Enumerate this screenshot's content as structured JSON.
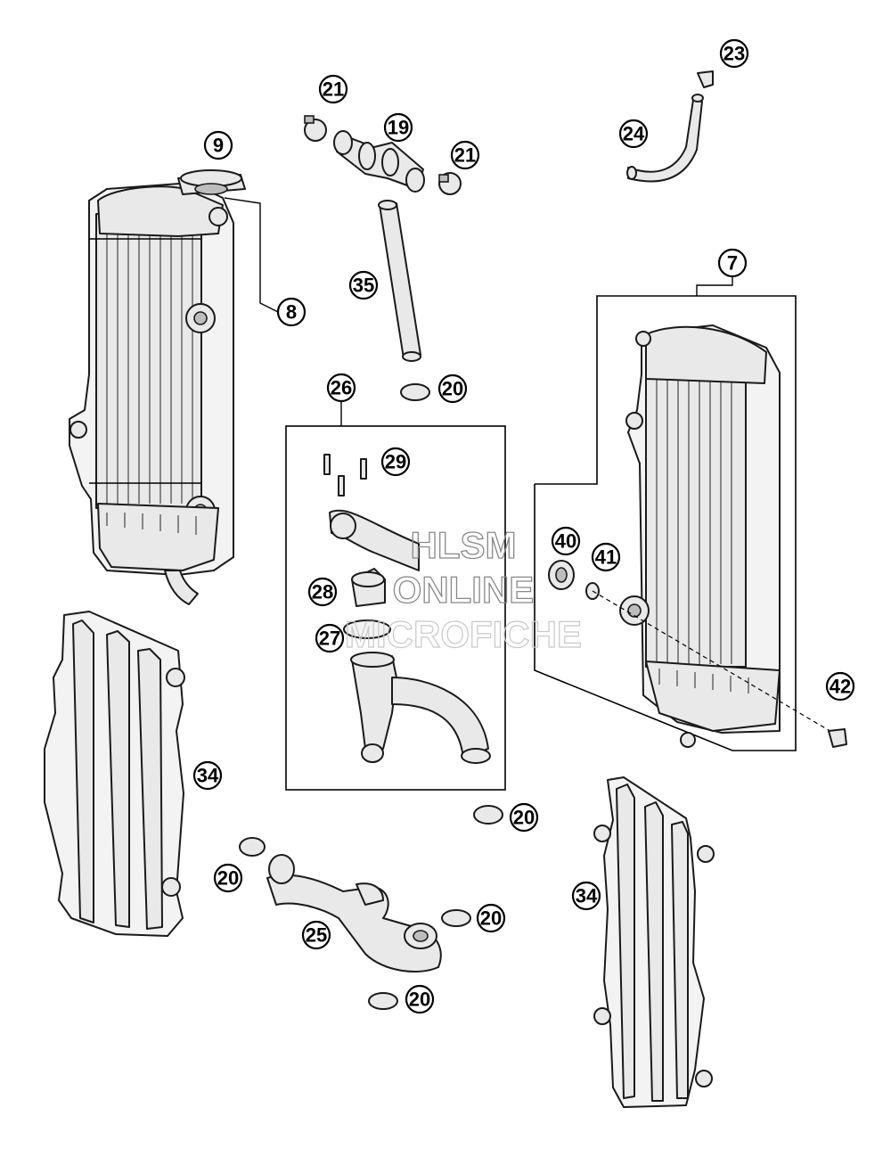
{
  "watermark": {
    "line1": "HLSM",
    "line2": "ONLINE",
    "line3": "MICROFICHE"
  },
  "callouts": [
    {
      "id": "callout-23",
      "label": "23"
    },
    {
      "id": "callout-21-top",
      "label": "21"
    },
    {
      "id": "callout-19",
      "label": "19"
    },
    {
      "id": "callout-21-right",
      "label": "21"
    },
    {
      "id": "callout-24",
      "label": "24"
    },
    {
      "id": "callout-9",
      "label": "9"
    },
    {
      "id": "callout-8",
      "label": "8"
    },
    {
      "id": "callout-35",
      "label": "35"
    },
    {
      "id": "callout-7",
      "label": "7"
    },
    {
      "id": "callout-26",
      "label": "26"
    },
    {
      "id": "callout-20-a",
      "label": "20"
    },
    {
      "id": "callout-29",
      "label": "29"
    },
    {
      "id": "callout-40",
      "label": "40"
    },
    {
      "id": "callout-41",
      "label": "41"
    },
    {
      "id": "callout-28",
      "label": "28"
    },
    {
      "id": "callout-27",
      "label": "27"
    },
    {
      "id": "callout-42",
      "label": "42"
    },
    {
      "id": "callout-34-left",
      "label": "34"
    },
    {
      "id": "callout-20-b",
      "label": "20"
    },
    {
      "id": "callout-20-c",
      "label": "20"
    },
    {
      "id": "callout-20-d",
      "label": "20"
    },
    {
      "id": "callout-25",
      "label": "25"
    },
    {
      "id": "callout-34-right",
      "label": "34"
    },
    {
      "id": "callout-20-e",
      "label": "20"
    }
  ]
}
